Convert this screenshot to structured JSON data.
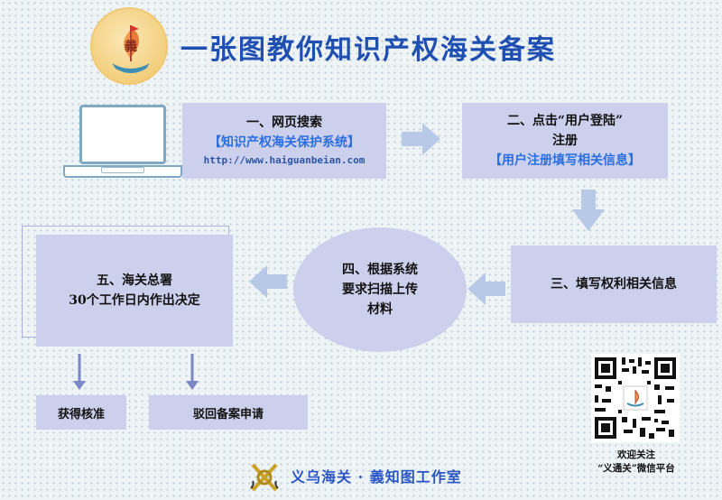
{
  "header": {
    "title": "一张图教你知识产权海关备案",
    "logo_text": "義"
  },
  "steps": {
    "s1": {
      "line1": "一、网页搜索",
      "line2": "【知识产权海关保护系统】",
      "url": "http://www.haiguanbeian.com"
    },
    "s2": {
      "line1": "二、点击“用户登陆”",
      "line2": "注册",
      "line3": "【用户注册填写相关信息】"
    },
    "s3": {
      "line1": "三、填写权利相关信息"
    },
    "s4": {
      "line1": "四、根据系统",
      "line2": "要求扫描上传",
      "line3": "材料"
    },
    "s5": {
      "line1": "五、海关总署",
      "line2": "30个工作日内作出决定"
    }
  },
  "outcomes": {
    "approve": "获得核准",
    "reject": "驳回备案申请"
  },
  "qr": {
    "caption1": "欢迎关注",
    "caption2": "“义通关”微信平台"
  },
  "footer": {
    "text": "义乌海关 · 義知图工作室"
  },
  "colors": {
    "title": "#1f4fb1",
    "box": "#cdd0ec",
    "highlight": "#2a6ee0",
    "arrow": "#b7c9e6"
  }
}
